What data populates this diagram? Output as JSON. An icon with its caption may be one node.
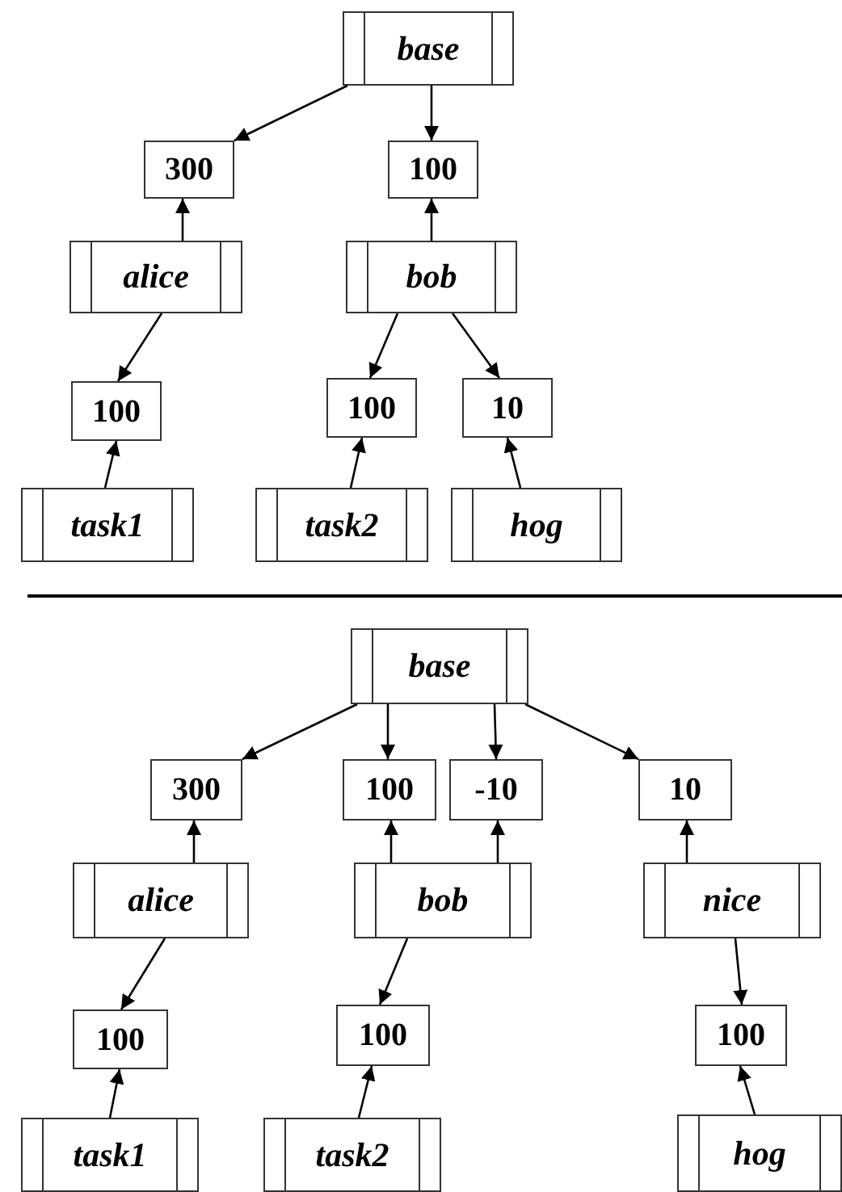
{
  "diagram": {
    "nodes": [
      {
        "text": [
          "base"
        ]
      },
      {
        "text": [
          "300"
        ]
      },
      {
        "text": [
          "100"
        ]
      },
      {
        "text": [
          "alice"
        ]
      },
      {
        "text": [
          "bob"
        ]
      },
      {
        "text": [
          "100"
        ]
      },
      {
        "text": [
          "100"
        ]
      },
      {
        "text": [
          "10"
        ]
      },
      {
        "text": [
          "task1"
        ]
      },
      {
        "text": [
          "task2"
        ]
      },
      {
        "text": [
          "hog"
        ]
      },
      {
        "text": [
          "base"
        ]
      },
      {
        "text": [
          "300"
        ]
      },
      {
        "text": [
          "100"
        ]
      },
      {
        "text": [
          "-10"
        ]
      },
      {
        "text": [
          "10"
        ]
      },
      {
        "text": [
          "alice"
        ]
      },
      {
        "text": [
          "bob"
        ]
      },
      {
        "text": [
          "nice"
        ]
      },
      {
        "text": [
          "100"
        ]
      },
      {
        "text": [
          "100"
        ]
      },
      {
        "text": [
          "100"
        ]
      },
      {
        "text": [
          "task1"
        ]
      },
      {
        "text": [
          "task2"
        ]
      },
      {
        "text": [
          "hog"
        ]
      }
    ],
    "edges": [
      {
        "from": 0,
        "to": 1,
        "arrow": "to"
      },
      {
        "from": 0,
        "to": 2,
        "arrow": "to"
      },
      {
        "from": 3,
        "to": 1,
        "arrow": "to"
      },
      {
        "from": 4,
        "to": 2,
        "arrow": "to"
      },
      {
        "from": 3,
        "to": 5,
        "arrow": "to"
      },
      {
        "from": 4,
        "to": 6,
        "arrow": "to"
      },
      {
        "from": 4,
        "to": 7,
        "arrow": "to"
      },
      {
        "from": 8,
        "to": 5,
        "arrow": "to"
      },
      {
        "from": 9,
        "to": 6,
        "arrow": "to"
      },
      {
        "from": 10,
        "to": 7,
        "arrow": "to"
      },
      {
        "from": 11,
        "to": 12,
        "arrow": "to"
      },
      {
        "from": 11,
        "to": 13,
        "arrow": "to"
      },
      {
        "from": 11,
        "to": 14,
        "arrow": "to"
      },
      {
        "from": 11,
        "to": 15,
        "arrow": "to"
      },
      {
        "from": 16,
        "to": 12,
        "arrow": "to"
      },
      {
        "from": 17,
        "to": 13,
        "arrow": "to"
      },
      {
        "from": 17,
        "to": 14,
        "arrow": "to"
      },
      {
        "from": 18,
        "to": 15,
        "arrow": "to"
      },
      {
        "from": 16,
        "to": 19,
        "arrow": "to"
      },
      {
        "from": 17,
        "to": 20,
        "arrow": "to"
      },
      {
        "from": 18,
        "to": 21,
        "arrow": "to"
      },
      {
        "from": 22,
        "to": 19,
        "arrow": "to"
      },
      {
        "from": 23,
        "to": 20,
        "arrow": "to"
      },
      {
        "from": 24,
        "to": 21,
        "arrow": "to"
      }
    ]
  }
}
